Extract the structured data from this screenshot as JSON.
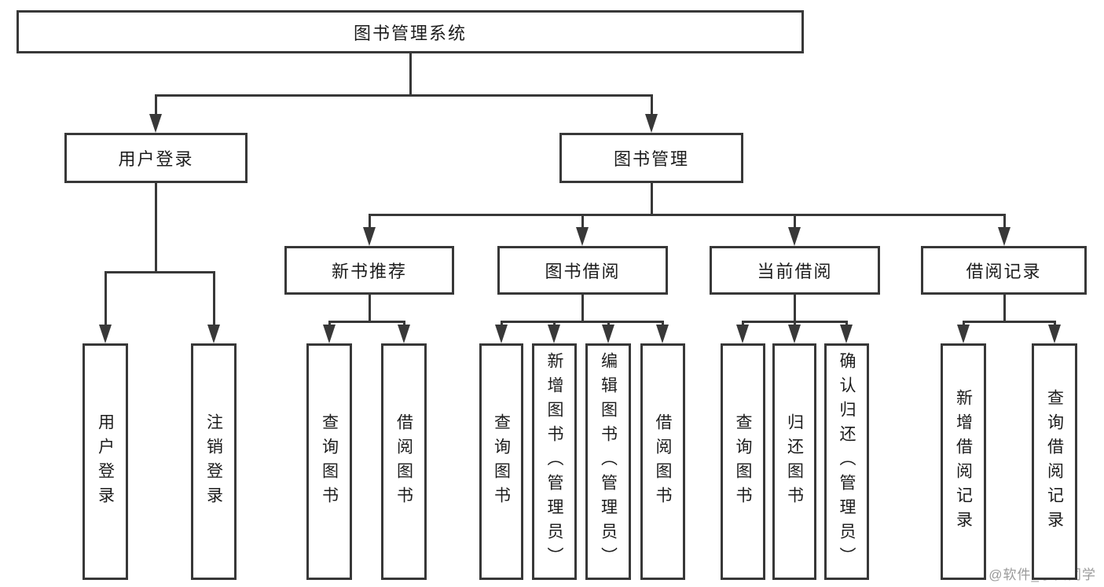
{
  "diagram": {
    "title": "图书管理系统",
    "nodes": [
      {
        "id": "root",
        "label": "图书管理系统"
      },
      {
        "id": "user-login",
        "label": "用户登录"
      },
      {
        "id": "book-management",
        "label": "图书管理"
      },
      {
        "id": "new-book-recommend",
        "label": "新书推荐"
      },
      {
        "id": "book-borrow",
        "label": "图书借阅"
      },
      {
        "id": "current-borrow",
        "label": "当前借阅"
      },
      {
        "id": "borrow-records",
        "label": "借阅记录"
      },
      {
        "id": "user-login-leaf",
        "label": "用户登录"
      },
      {
        "id": "logout-leaf",
        "label": "注销登录"
      },
      {
        "id": "nb-query",
        "label": "查询图书"
      },
      {
        "id": "nb-borrow",
        "label": "借阅图书"
      },
      {
        "id": "bb-query",
        "label": "查询图书"
      },
      {
        "id": "bb-add",
        "label": "新增图书（管理员）"
      },
      {
        "id": "bb-edit",
        "label": "编辑图书（管理员）"
      },
      {
        "id": "bb-borrow",
        "label": "借阅图书"
      },
      {
        "id": "cb-query",
        "label": "查询图书"
      },
      {
        "id": "cb-return",
        "label": "归还图书"
      },
      {
        "id": "cb-confirm",
        "label": "确认归还（管理员）"
      },
      {
        "id": "br-add",
        "label": "新增借阅记录"
      },
      {
        "id": "br-query",
        "label": "查询借阅记录"
      }
    ]
  },
  "watermark": {
    "text": "CSDN @软件_小贺同学"
  },
  "colors": {
    "line": "#383838",
    "text": "#1c1c1c",
    "background": "#ffffff",
    "watermark": "#9a9a9a"
  }
}
